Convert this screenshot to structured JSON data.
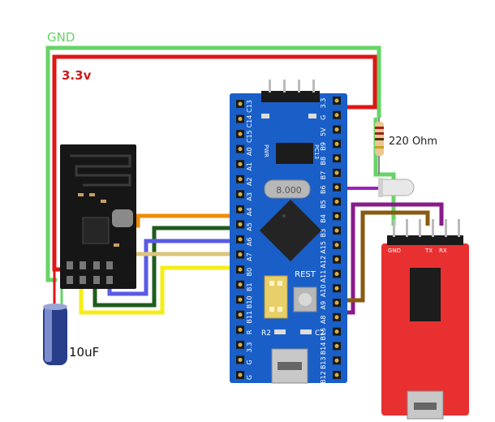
{
  "labels": {
    "gnd": "GND",
    "v33": "3.3v",
    "resistor": "220 Ohm",
    "capacitor": "10uF"
  },
  "stm32": {
    "left_pins": [
      "C13",
      "C14",
      "C15",
      "A0",
      "A1",
      "A2",
      "A3",
      "A4",
      "A5",
      "A6",
      "A7",
      "B0",
      "B1",
      "B10",
      "B11",
      "R",
      "3.3",
      "G",
      "G"
    ],
    "right_pins": [
      "3.3",
      "G",
      "5V",
      "B9",
      "B8",
      "B7",
      "B6",
      "B5",
      "B4",
      "B3",
      "A15",
      "A12",
      "A11",
      "A10",
      "A9",
      "A8",
      "B15",
      "B14",
      "B13",
      "B12"
    ],
    "pwr_label": "PWR",
    "pc13_label": "PC13",
    "crystal_label": "8.000",
    "reset_label": "REST",
    "r2_label": "R2",
    "c2_label": "C2"
  },
  "ftdi": {
    "labels": [
      "GND",
      "TX",
      "RX"
    ]
  },
  "colors": {
    "gnd_wire": "#66d466",
    "v33_wire": "#e01616",
    "orange_wire": "#f08c0a",
    "darkgreen_wire": "#1f5c1f",
    "blue_wire": "#5a5ae6",
    "tan_wire": "#dcc47a",
    "yellow_wire": "#f5ee16",
    "purple_wire": "#8a1a8a",
    "brown_wire": "#8a5a10",
    "board_blue": "#1a5fc8",
    "ftdi_red": "#e83030"
  }
}
